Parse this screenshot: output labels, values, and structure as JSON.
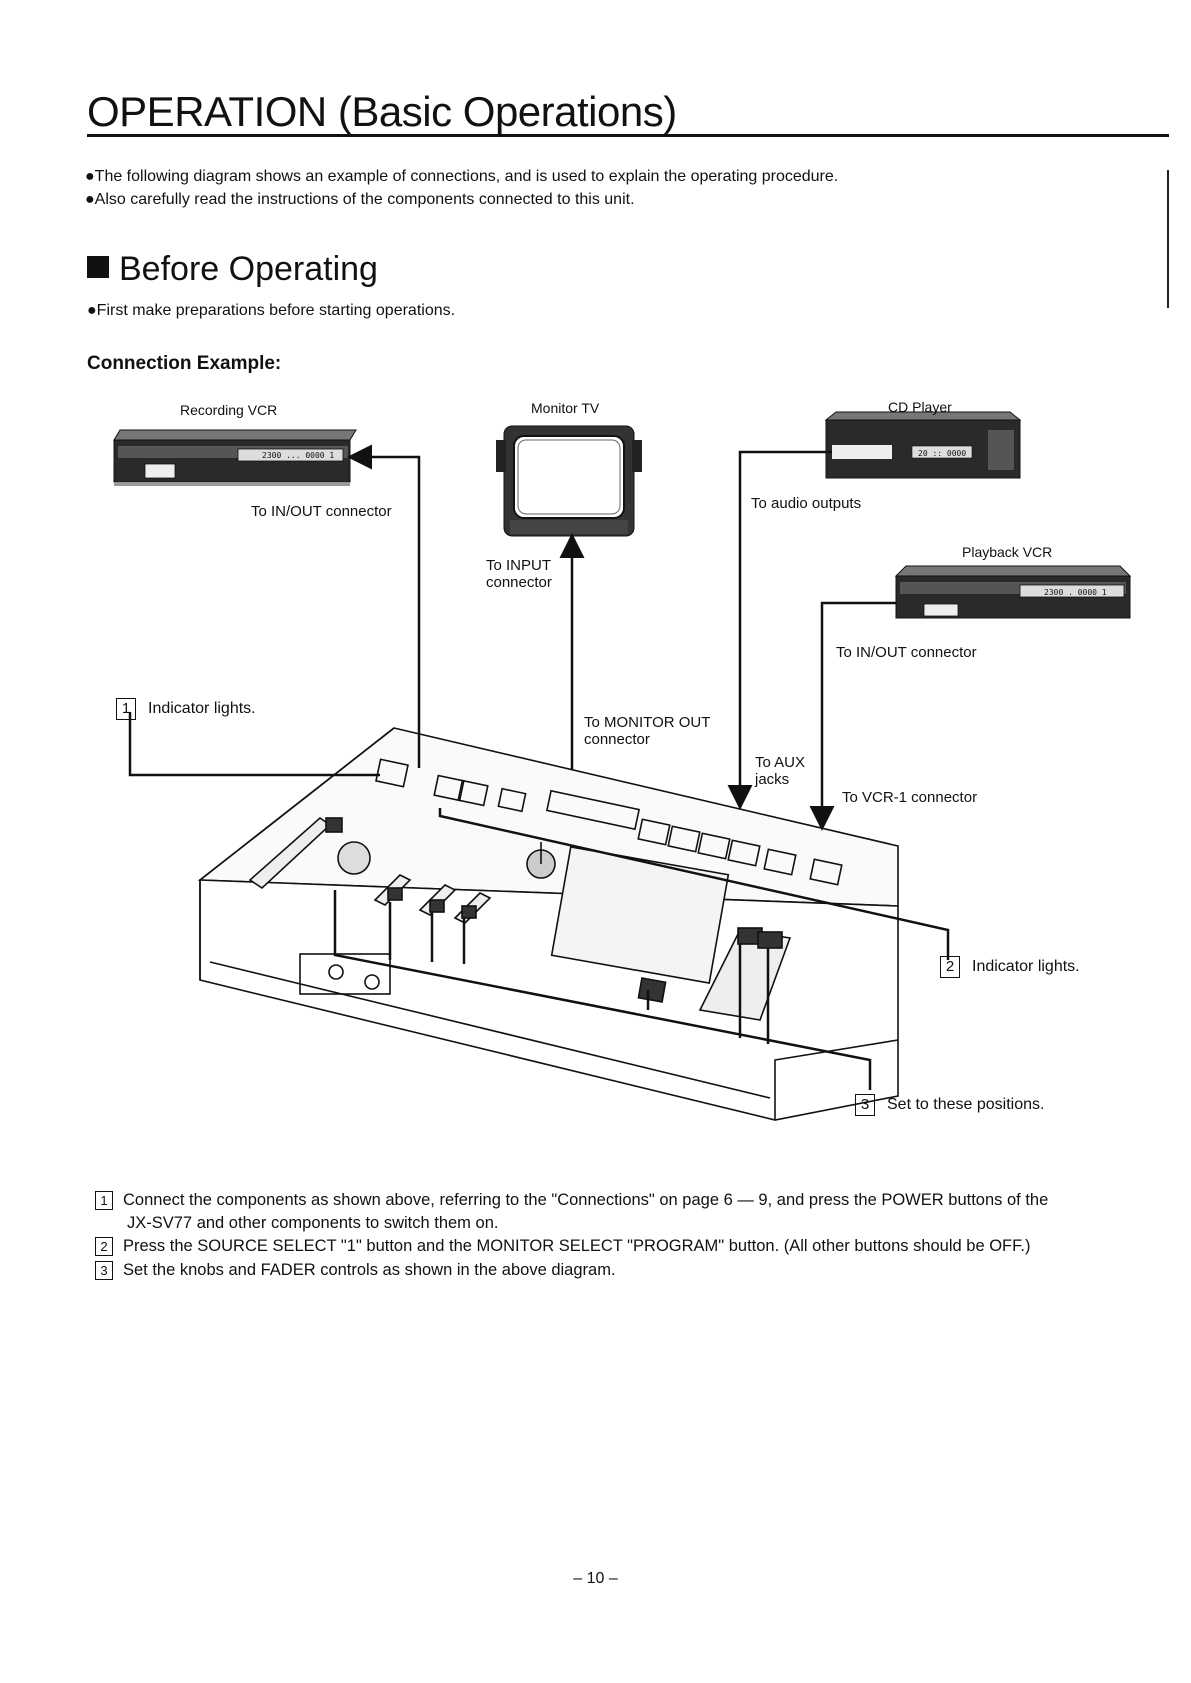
{
  "title": "OPERATION (Basic Operations)",
  "intro": [
    "●The following diagram shows an example of connections, and is used to explain the operating procedure.",
    "●Also carefully read the instructions of the components connected to this unit."
  ],
  "section": {
    "heading": "Before Operating",
    "note": "●First make preparations before starting operations.",
    "subheading": "Connection Example:"
  },
  "devices": {
    "recording_vcr": "Recording VCR",
    "monitor_tv": "Monitor TV",
    "cd_player": "CD Player",
    "playback_vcr": "Playback VCR"
  },
  "connection_labels": {
    "rec_inout": "To IN/OUT connector",
    "tv_input_1": "To INPUT",
    "tv_input_2": "connector",
    "audio_outputs": "To audio outputs",
    "pb_inout": "To IN/OUT connector",
    "monitor_out_1": "To MONITOR OUT",
    "monitor_out_2": "connector",
    "aux_1": "To AUX",
    "aux_2": "jacks",
    "vcr1": "To VCR-1 connector"
  },
  "callouts": [
    {
      "num": "1",
      "text": "Indicator lights."
    },
    {
      "num": "2",
      "text": "Indicator lights."
    },
    {
      "num": "3",
      "text": "Set to these positions."
    }
  ],
  "display_text": {
    "rec_vcr": "2300 ... 0000 1",
    "cd": "20 :: 0000",
    "pb_vcr": "2300 . 0000 1"
  },
  "steps": [
    {
      "num": "1",
      "text": "Connect the components as shown above, referring to the \"Connections\" on page 6 — 9, and press the POWER buttons of the",
      "cont": "JX-SV77 and other components to switch them on."
    },
    {
      "num": "2",
      "text": "Press the SOURCE SELECT \"1\" button and the MONITOR SELECT \"PROGRAM\" button. (All other buttons should be OFF.)"
    },
    {
      "num": "3",
      "text": "Set the knobs and FADER controls as shown in the above diagram."
    }
  ],
  "page_number": "– 10 –"
}
